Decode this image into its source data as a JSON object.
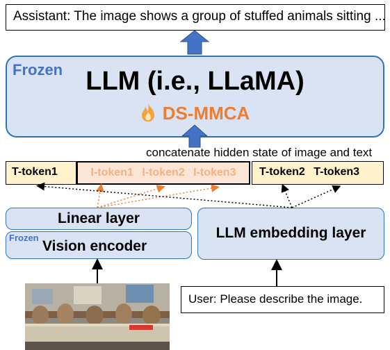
{
  "assistant_output": "Assistant: The image shows a group of stuffed animals sitting ...",
  "llm": {
    "frozen_label": "Frozen",
    "title": "LLM (i.e., LLaMA)",
    "module_label": "DS-MMCA",
    "module_icon": "flame-icon"
  },
  "concat_label": "concatenate hidden state of image and text",
  "tokens": {
    "text_left": "T-token1",
    "image": [
      "I-token1",
      "I-token2",
      "I-token3"
    ],
    "text_right": [
      "T-token2",
      "T-token3"
    ]
  },
  "encoders": {
    "linear_label": "Linear layer",
    "vision_frozen_label": "Frozen",
    "vision_label": "Vision encoder",
    "embedding_label": "LLM embedding layer"
  },
  "user_input": "User: Please describe the image.",
  "colors": {
    "llm_fill": "#dae3f3",
    "llm_border": "#2e75b6",
    "frozen_text": "#4472c4",
    "ds_mmca": "#ed7d31",
    "token_fill": "#fff2cc",
    "image_token_fill": "#fbe5d6",
    "image_token_text": "#f4b183",
    "arrow_blue": "#4472c4"
  }
}
